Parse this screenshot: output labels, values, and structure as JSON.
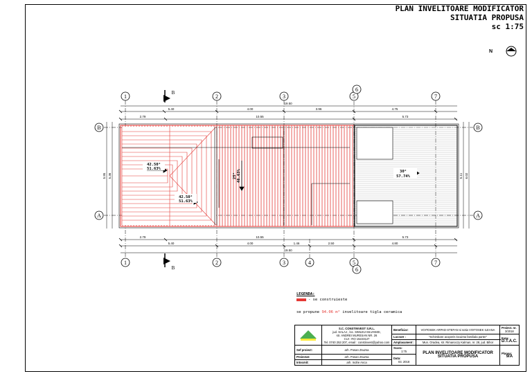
{
  "title": {
    "line1": "PLAN INVELITOARE MODIFICATOR",
    "line2": "SITUATIA PROPUSA",
    "scale": "sc 1:75"
  },
  "north_label": "N",
  "axes": {
    "top": [
      "1",
      "2",
      "3",
      "5",
      "7"
    ],
    "bottom": [
      "1",
      "2",
      "3",
      "4",
      "5",
      "7"
    ],
    "six_top": "6",
    "six_bottom": "6",
    "left": [
      "B",
      "A"
    ],
    "right": [
      "B",
      "A"
    ],
    "section": "B"
  },
  "dims": {
    "top_total": "19.50",
    "top_row1": [
      "5.40",
      "4.00",
      "3.96",
      "4.75"
    ],
    "top_row2": [
      "2.79",
      "10.55",
      "5.73"
    ],
    "bottom_total": "19.50",
    "bottom_row1": [
      "5.40",
      "4.00",
      "1.46",
      "2.50",
      "4.80"
    ],
    "bottom_row2": [
      "2.79",
      "10.55",
      "5.73"
    ],
    "left_total": "5.95",
    "left_inner": "5.36",
    "right_total": "6.02",
    "right_inner": "5.11"
  },
  "slopes": {
    "s1_pct": "42.50°",
    "s1_val": "51.63%",
    "s2_pct": "42.50°",
    "s2_val": "51.63%",
    "s3_pct": "25°",
    "s3_val": "46.63%",
    "s4_pct": "30°",
    "s4_val": "57.74%"
  },
  "legend": {
    "heading": "LEGENDA:",
    "item": "- se construieste",
    "note_prefix": "se propune",
    "note_area": "94.06 m²",
    "note_suffix": "invelitoare tigla ceramica"
  },
  "title_block": {
    "company": "S.C. CONSTINVEST S.R.L.",
    "address1": "jud. SALAJ , loc. SIMLEU-SILVANIEI,",
    "address2": "str. ANDREI MURESAN NR. 26",
    "cui": "CUI : RO 15223127",
    "contact": "Tel. 0740 253 207, email : constinvest@yahoo.com",
    "beneficiar_label": "Beneficiar:",
    "beneficiar": "VOITOSEK ARPAD-STEFAN si sotia VOITOSEK ILEANA",
    "lucrare_label": "Lucrare :",
    "lucrare": "\"Schimbare acoperis locuinta familiala parter\"",
    "amplasament_label": "Amplasament :",
    "amplasament": "Mun. Oradea, str. Rimanoczy Kalman, nr. 28, jud. Bihor",
    "proiect_label": "Proiect. nr.",
    "proiect": "3/2018",
    "faza_label": "Faza:",
    "faza": "D.T.A.C.",
    "plansa_label": "Plansa:",
    "plansa": "9/A",
    "sef_label": "Sef proiect:",
    "sef": "arh. Posan Zsuzsa",
    "proiectat_label": "Proiectat:",
    "proiectat": "arh. Posan Zsuzsa",
    "intocmit_label": "Intocmit:",
    "intocmit": "arh. Indrie Anca",
    "scara_label": "Scara:",
    "scara": "1:75",
    "data_label": "Data:",
    "data": "03. 2018",
    "drawing_title1": "PLAN INVELITOARE MODIFICATOR",
    "drawing_title2": "SITUATIA PROPUSA"
  },
  "colors": {
    "new_construction": "#e53935"
  }
}
